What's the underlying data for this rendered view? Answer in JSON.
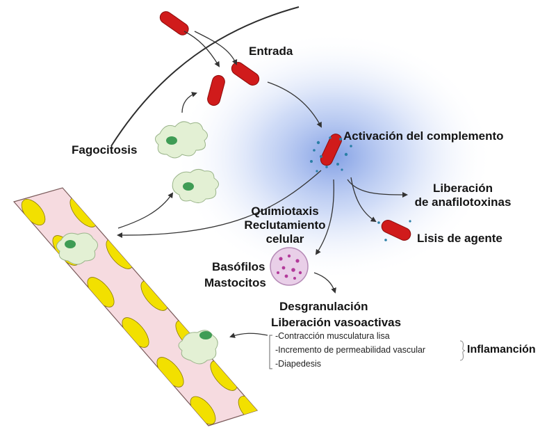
{
  "labels": {
    "entrada": "Entrada",
    "activacion": "Activación del complemento",
    "fagocitosis": "Fagocitosis",
    "liberacion_line1": "Liberación",
    "liberacion_line2": "de anafilotoxinas",
    "quimiotaxis_line1": "Quimiotaxis",
    "quimiotaxis_line2": "Reclutamiento",
    "quimiotaxis_line3": "celular",
    "lisis": "Lisis de agente",
    "basofilos": "Basófilos",
    "mastocitos": "Mastocitos",
    "desgranulacion": "Desgranulación",
    "vasoactivas": "Liberación vasoactivas",
    "inflamacion": "Inflamanción"
  },
  "effects": [
    "-Contracción musculatura lisa",
    "-Incremento de permeabilidad vascular",
    "-Diapedesis"
  ],
  "colors": {
    "bacteria": "#d01b1b",
    "complement_glow": "#7a98e0",
    "complement_dots": "#2a7fa6",
    "vessel_fill": "#f6dbe0",
    "vessel_cells": "#f2e000",
    "phagocyte": "#e3f0d4",
    "nucleus": "#3f9c55",
    "basophil": "#e9cfe8",
    "granule": "#b33a9a",
    "arrow": "#333333"
  }
}
